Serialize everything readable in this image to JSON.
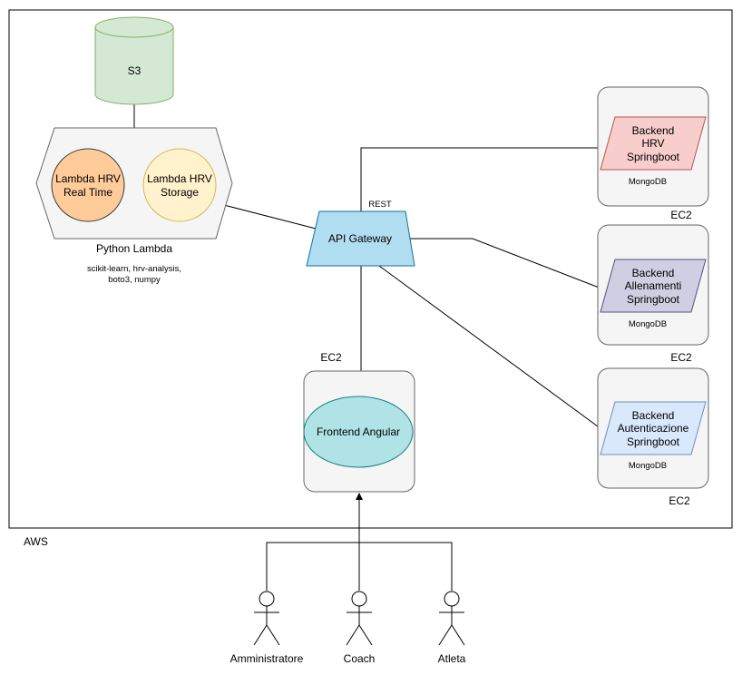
{
  "aws": {
    "label": "AWS"
  },
  "s3": {
    "label": "S3"
  },
  "python_lambda": {
    "label": "Python Lambda",
    "libs_line1": "scikit-learn, hrv-analysis,",
    "libs_line2": "boto3, numpy",
    "lambda_realtime": {
      "line1": "Lambda HRV",
      "line2": "Real Time"
    },
    "lambda_storage": {
      "line1": "Lambda HRV",
      "line2": "Storage"
    }
  },
  "api_gateway": {
    "label": "API Gateway",
    "rest_label": "REST"
  },
  "frontend": {
    "label": "Frontend Angular",
    "ec2_label": "EC2"
  },
  "backends": [
    {
      "line1": "Backend",
      "line2": "HRV",
      "line3": "Springboot",
      "db": "MongoDB",
      "ec2": "EC2"
    },
    {
      "line1": "Backend",
      "line2": "Allenamenti",
      "line3": "Springboot",
      "db": "MongoDB",
      "ec2": "EC2"
    },
    {
      "line1": "Backend",
      "line2": "Autenticazione",
      "line3": "Springboot",
      "db": "MongoDB",
      "ec2": "EC2"
    }
  ],
  "actors": [
    {
      "label": "Amministratore"
    },
    {
      "label": "Coach"
    },
    {
      "label": "Atleta"
    }
  ],
  "colors": {
    "s3_fill": "#d5e8d4",
    "s3_stroke": "#82b366",
    "lambda_realtime_fill": "#ffcc99",
    "lambda_realtime_stroke": "#36393d",
    "lambda_storage_fill": "#fff2cc",
    "lambda_storage_stroke": "#d6b656",
    "hexagon_fill": "#f5f5f5",
    "hexagon_stroke": "#666666",
    "api_fill": "#b1ddf0",
    "api_stroke": "#10739e",
    "frontend_fill": "#b0e3e6",
    "frontend_stroke": "#0e8088",
    "backend_hrv_fill": "#f8cecc",
    "backend_hrv_stroke": "#b85450",
    "backend_allenamenti_fill": "#d0cee2",
    "backend_allenamenti_stroke": "#56517e",
    "backend_auth_fill": "#dae8fc",
    "backend_auth_stroke": "#6c8ebf"
  }
}
